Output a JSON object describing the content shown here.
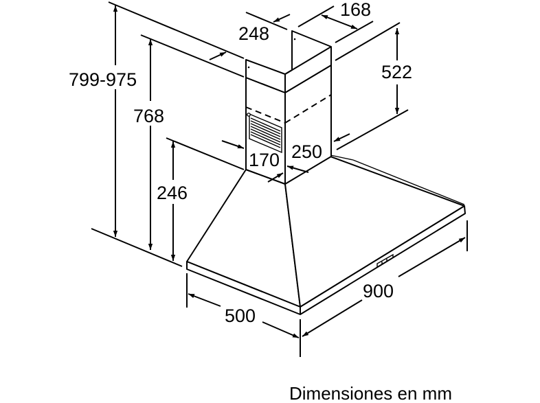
{
  "diagram": {
    "subject": "pyramid chimney cooker hood",
    "dimensions": {
      "total_height": "799-975",
      "height_768": "768",
      "canopy_height": "246",
      "chimney_depth": "248",
      "chimney_width": "168",
      "chimney_upper_height": "522",
      "outlet_depth": "170",
      "outlet_width": "250",
      "depth": "500",
      "width": "900"
    },
    "caption": "Dimensiones en mm"
  }
}
